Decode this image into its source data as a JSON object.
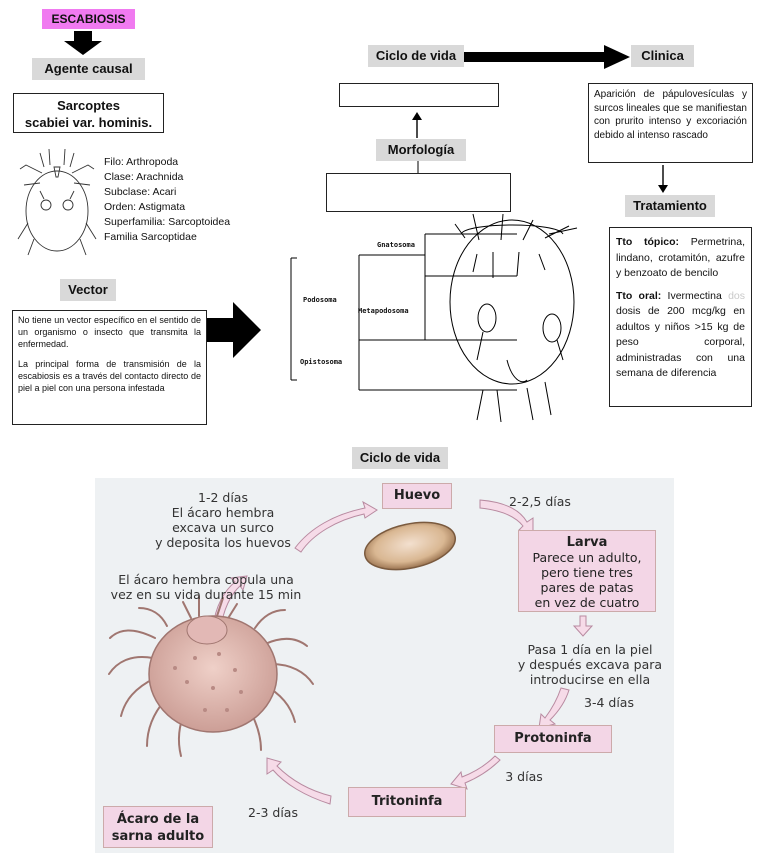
{
  "title": "ESCABIOSIS",
  "agente": {
    "header": "Agente causal",
    "name_line1": "Sarcoptes",
    "name_line2": "scabiei var. hominis.",
    "taxonomy": [
      "Filo: Arthropoda",
      "Clase: Arachnida",
      "Subclase: Acari",
      "Orden: Astigmata",
      "Superfamilia: Sarcoptoidea",
      "Familia Sarcoptidae"
    ]
  },
  "vector": {
    "header": "Vector",
    "p1": "No tiene un vector específico en el sentido de un organismo o insecto que transmita la enfermedad.",
    "p2": "La principal forma de transmisión de la escabiosis es a través del contacto directo de piel a piel con una persona infestada"
  },
  "ciclo_header": "Ciclo de vida",
  "morfologia_header": "Morfología",
  "morph_labels": {
    "gnatosoma": "Gnatosoma",
    "podosoma": "Podosoma",
    "metapodosoma": "Metapodosoma",
    "opistosoma": "Opistosoma"
  },
  "clinica": {
    "header": "Clinica",
    "text": "Aparición de pápulovesículas y surcos lineales que se manifiestan con prurito intenso y excoriación debido al intenso rascado"
  },
  "tratamiento": {
    "header": "Tratamiento",
    "topico_label": "Tto tópico:",
    "topico_text": "Permetrina, lindano, crotamitón, azufre y benzoato de bencilo",
    "oral_label": "Tto oral:",
    "oral_text1": "Ivermectina",
    "oral_faded": "dos",
    "oral_text2": "dosis de 200 mcg/kg en adultos y niños >15 kg de peso corporal, administradas con una semana de diferencia"
  },
  "lifecycle": {
    "header": "Ciclo de vida",
    "huevo": "Huevo",
    "larva_title": "Larva",
    "larva_desc": [
      "Parece un adulto,",
      "pero tiene tres",
      "pares de patas",
      "en vez de cuatro"
    ],
    "protoninfa": "Protoninfa",
    "tritoninfa": "Tritoninfa",
    "adulto": [
      "Ácaro de la",
      "sarna adulto"
    ],
    "label_1_2": [
      "1-2 días",
      "El ácaro hembra",
      "excava un surco",
      "y deposita los huevos"
    ],
    "label_copula": [
      "El ácaro hembra copula una",
      "vez en su vida durante 15 min"
    ],
    "label_2_25": "2-2,5 días",
    "label_pasa": [
      "Pasa 1 día en la piel",
      "y después excava para",
      "introducirse en ella"
    ],
    "label_3_4": "3-4 días",
    "label_3": "3 días",
    "label_2_3": "2-3 días"
  },
  "colors": {
    "pink": "#f07af0",
    "gray_header": "#d9d9d9",
    "stage_pink": "#f3d6e6",
    "panel_bg": "#eef1f3",
    "skin": "#e2b8b5"
  }
}
